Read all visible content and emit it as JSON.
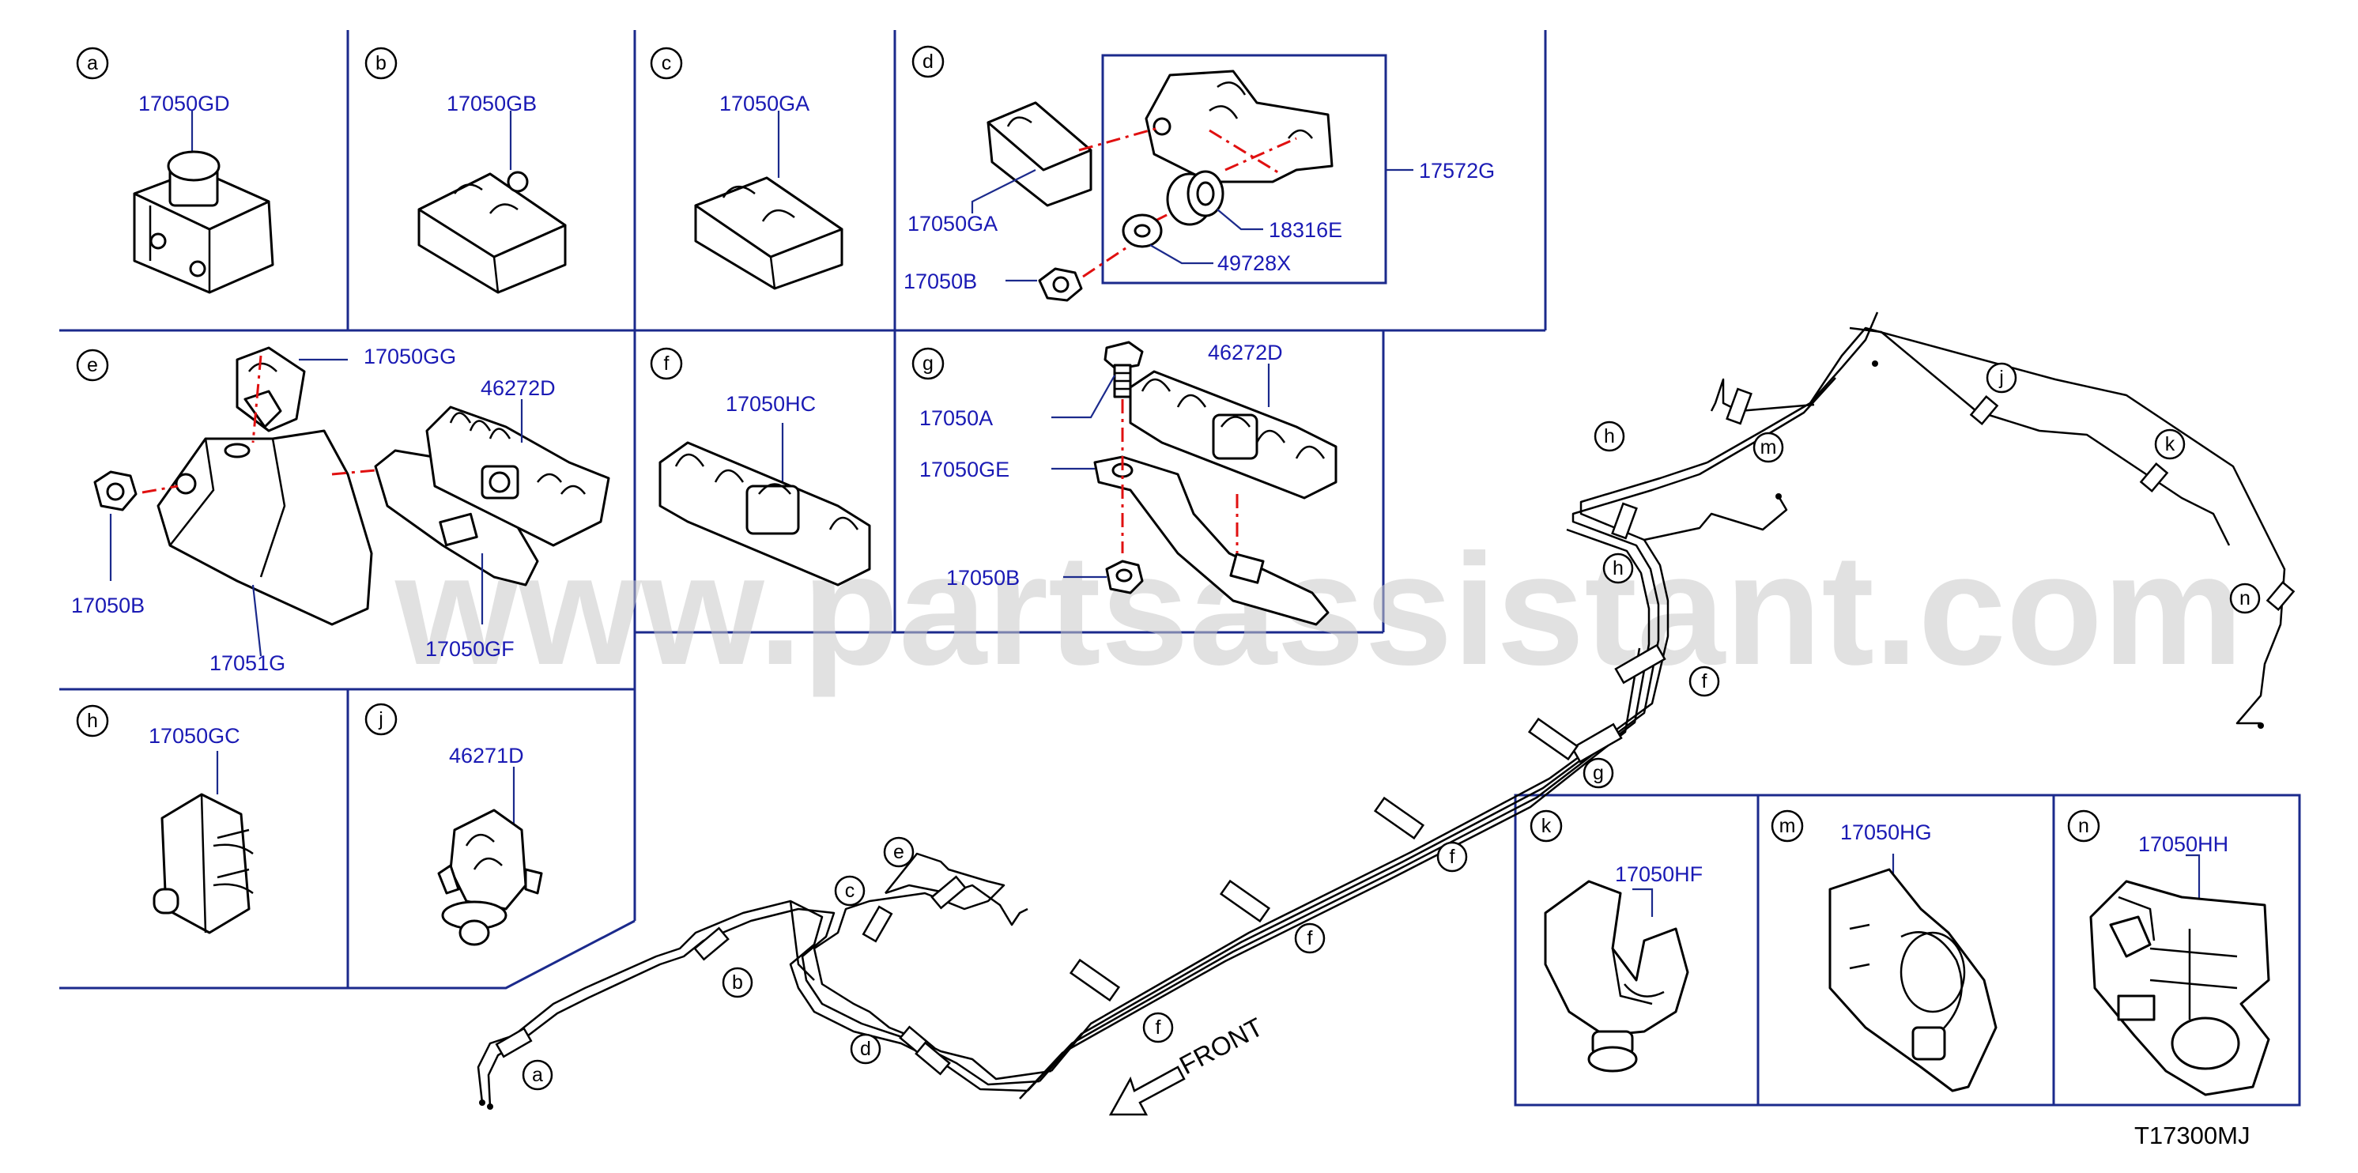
{
  "drawing_code": "T17300MJ",
  "watermark": "www.partsassistant.com",
  "front_label": "FRONT",
  "panels": {
    "a": {
      "letter": "a",
      "part": "17050GD"
    },
    "b": {
      "letter": "b",
      "part": "17050GB"
    },
    "c": {
      "letter": "c",
      "part": "17050GA"
    },
    "d": {
      "letter": "d",
      "parts": [
        "17050GA",
        "17050B",
        "17572G",
        "18316E",
        "49728X"
      ]
    },
    "e": {
      "letter": "e",
      "parts": [
        "17050GG",
        "46272D",
        "17050B",
        "17051G",
        "17050GF"
      ]
    },
    "f": {
      "letter": "f",
      "part": "17050HC"
    },
    "g": {
      "letter": "g",
      "parts": [
        "46272D",
        "17050A",
        "17050GE",
        "17050B"
      ]
    },
    "h": {
      "letter": "h",
      "part": "17050GC"
    },
    "j": {
      "letter": "j",
      "part": "46271D"
    },
    "k": {
      "letter": "k",
      "part": "17050HF"
    },
    "m": {
      "letter": "m",
      "part": "17050HG"
    },
    "n": {
      "letter": "n",
      "part": "17050HH"
    }
  },
  "callouts": [
    "a",
    "b",
    "c",
    "d",
    "e",
    "f",
    "f",
    "f",
    "f",
    "g",
    "h",
    "h",
    "j",
    "k",
    "m",
    "n"
  ]
}
